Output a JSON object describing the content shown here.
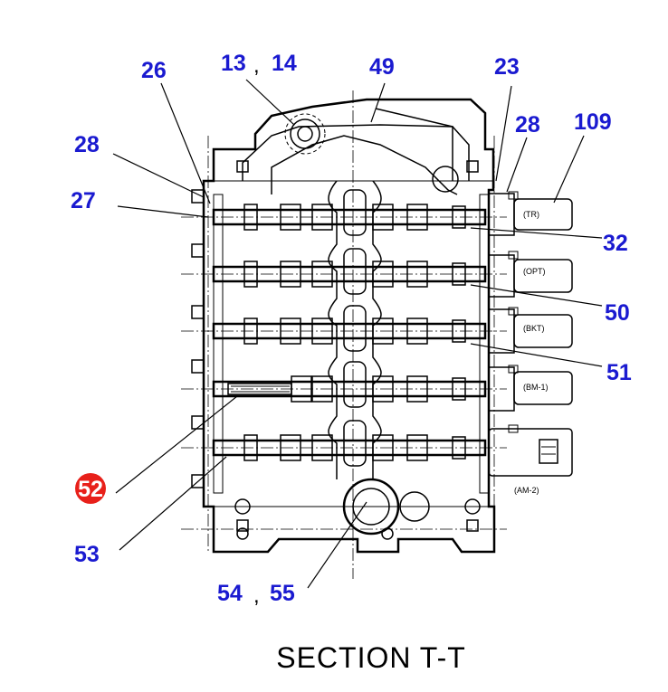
{
  "title": "SECTION T-T",
  "highlight": {
    "label": "52",
    "color": "#e8201a"
  },
  "callout_color": "#1a1ad0",
  "callouts": {
    "c26": "26",
    "c13": "13",
    "c14": "14",
    "c49": "49",
    "c23": "23",
    "c28a": "28",
    "c28b": "28",
    "c109": "109",
    "c27": "27",
    "c32": "32",
    "c50": "50",
    "c51": "51",
    "c53": "53",
    "c54": "54",
    "c55": "55"
  },
  "separators": {
    "s1": ",",
    "s2": ","
  },
  "solenoid_tags": [
    "(TR)",
    "(OPT)",
    "(BKT)",
    "(BM-1)",
    "(AM-2)"
  ]
}
